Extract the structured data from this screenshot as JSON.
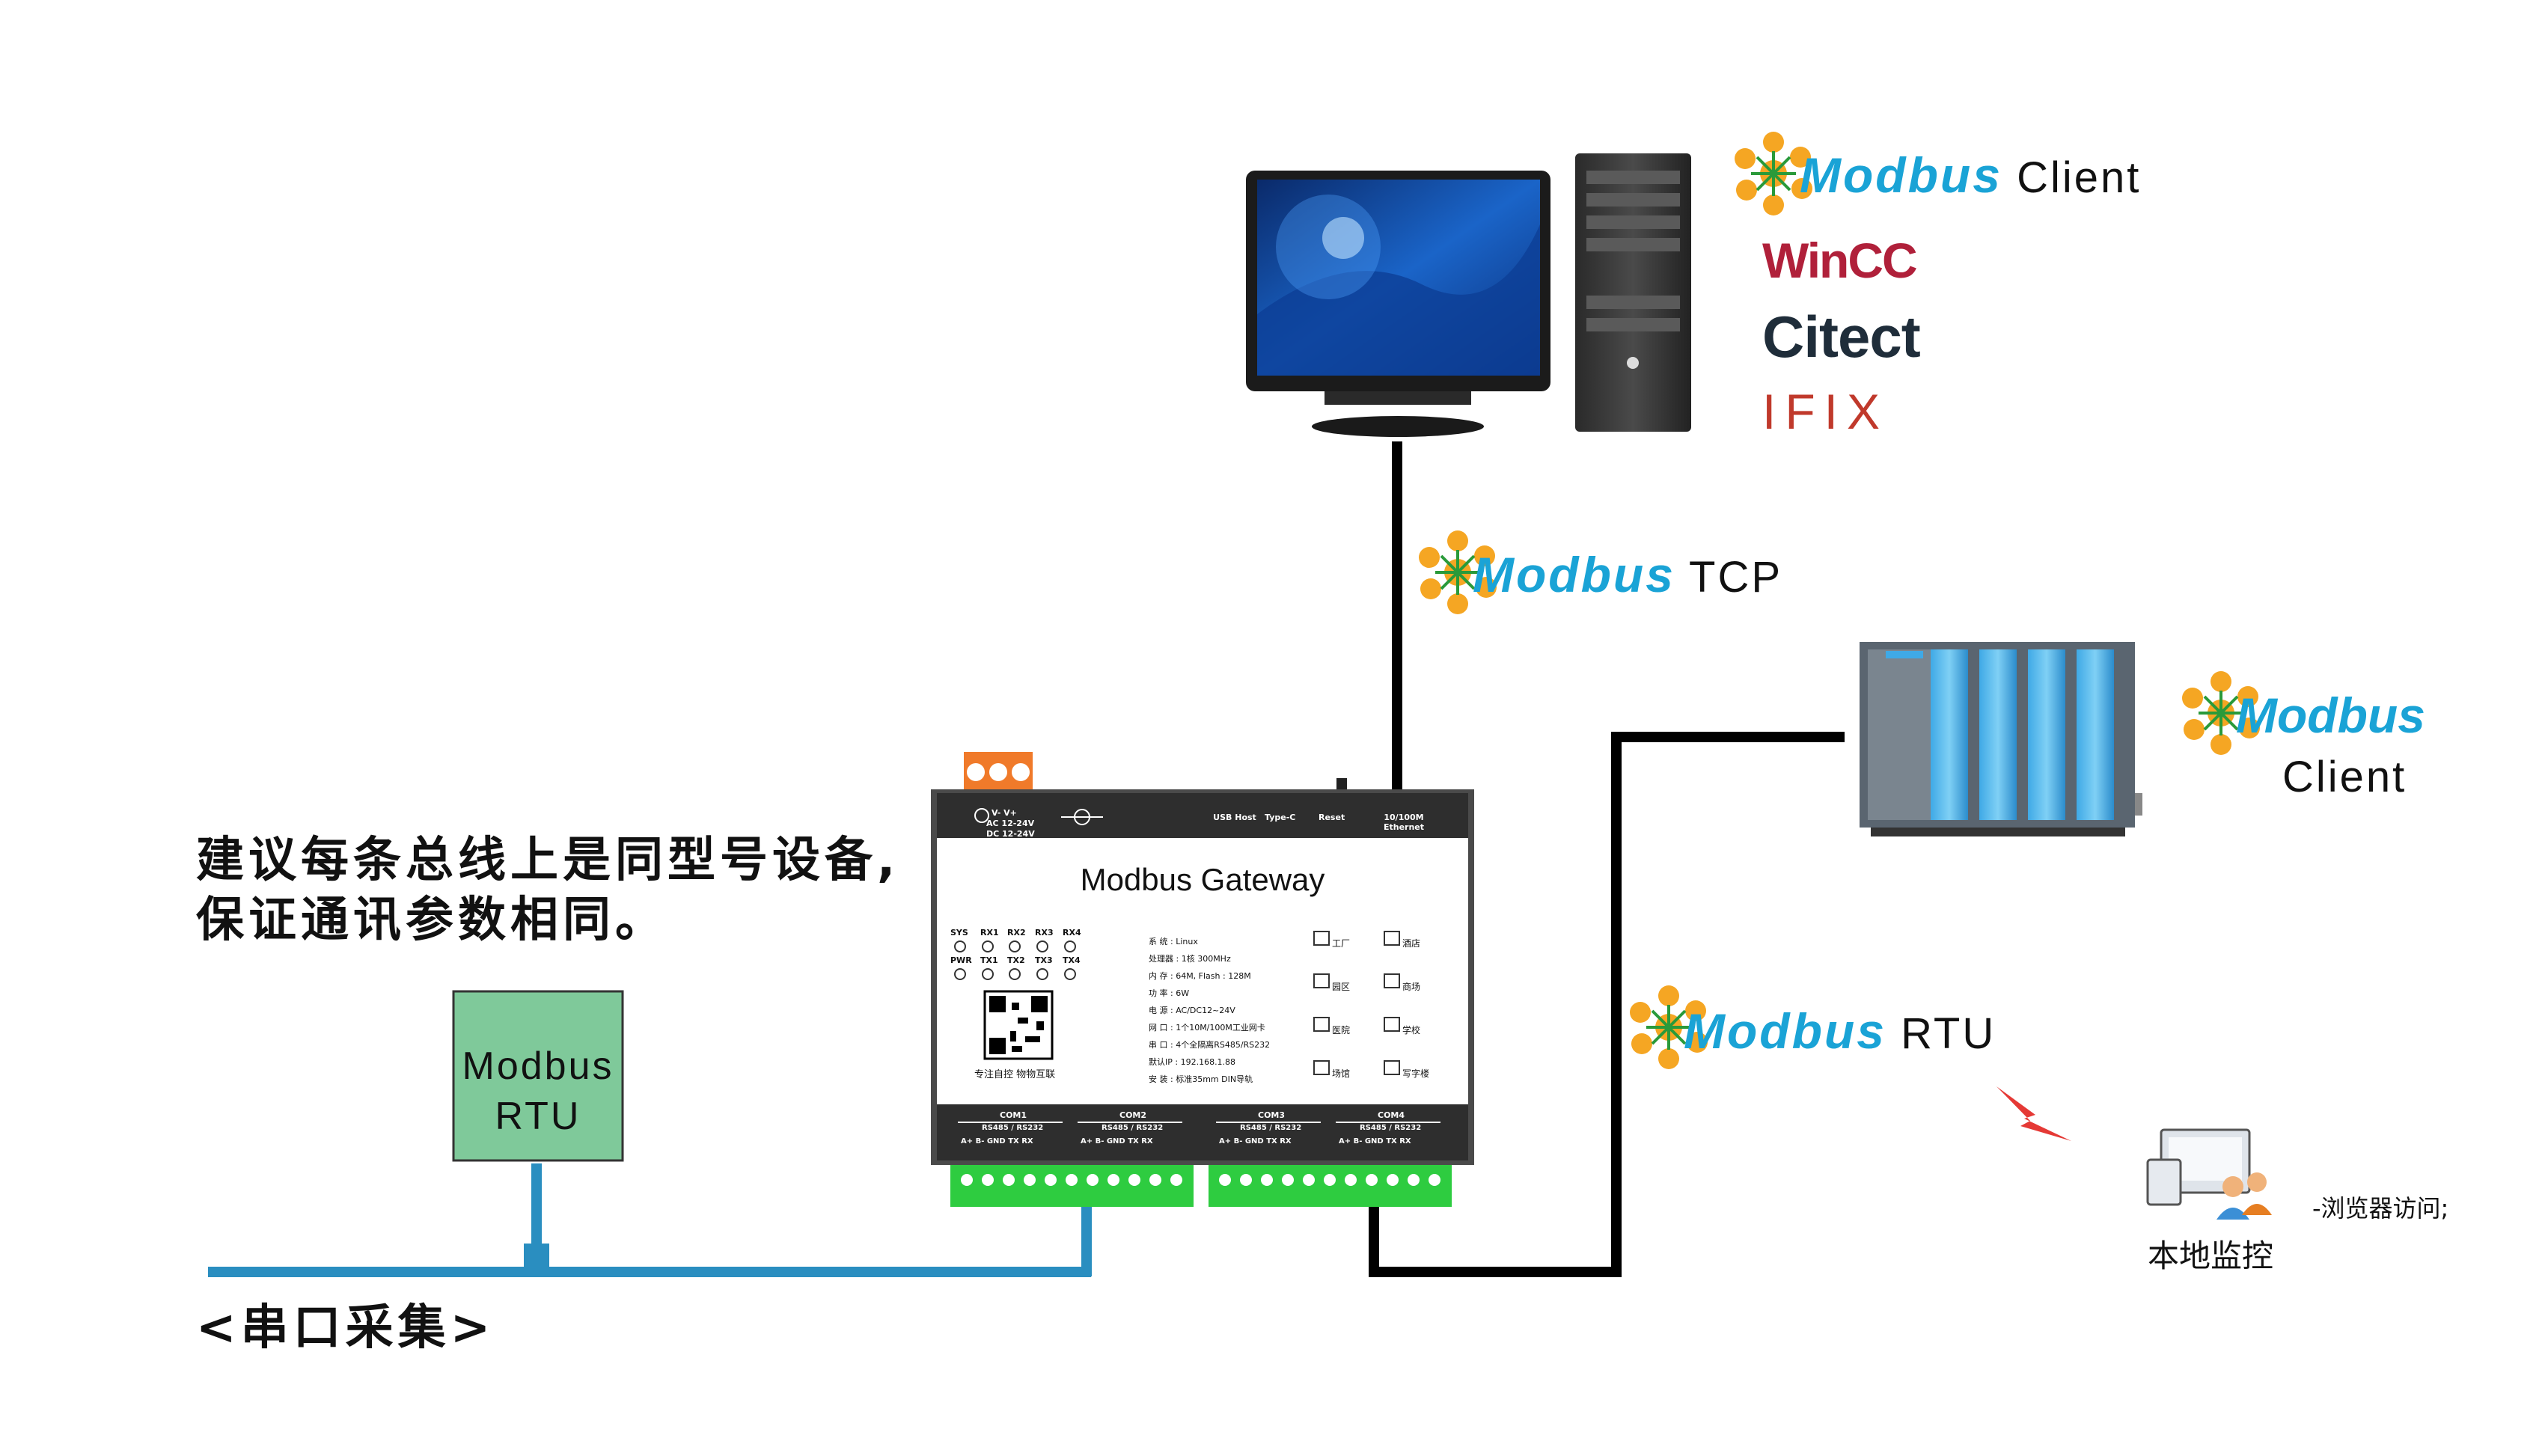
{
  "note": {
    "line1": "建议每条总线上是同型号设备,",
    "line2": "保证通讯参数相同。"
  },
  "serial_label": "<串口采集>",
  "rtu_box": {
    "line1": "Modbus",
    "line2": "RTU"
  },
  "gateway": {
    "title": "Modbus Gateway",
    "power": {
      "l1": "V-   V+",
      "l2": "AC 12-24V",
      "l3": "DC 12-24V"
    },
    "ports": [
      "USB Host",
      "Type-C",
      "Reset",
      "10/100M Ethernet"
    ],
    "leds_top": [
      "SYS",
      "RX1",
      "RX2",
      "RX3",
      "RX4"
    ],
    "leds_bottom": [
      "PWR",
      "TX1",
      "TX2",
      "TX3",
      "TX4"
    ],
    "slogan": "专注自控  物物互联",
    "specs": [
      "系  统 : Linux",
      "处理器 : 1核 300MHz",
      "内  存 : 64M,   Flash : 128M",
      "功  率 : 6W",
      "电  源 : AC/DC12~24V",
      "网  口 : 1个10M/100M工业网卡",
      "串  口 : 4个全隔离RS485/RS232",
      "默认IP : 192.168.1.88",
      "安  装 : 标准35mm DIN导轨"
    ],
    "apps": [
      "工厂",
      "酒店",
      "园区",
      "商场",
      "医院",
      "学校",
      "场馆",
      "写字楼"
    ],
    "coms": [
      "COM1",
      "COM2",
      "COM3",
      "COM4"
    ],
    "com_sub": "RS485 / RS232",
    "pins": "A+  B-  GND  TX  RX"
  },
  "client_top": {
    "modbus": "Modbus",
    "suffix": "Client"
  },
  "scada": [
    "WinCC",
    "Citect",
    "IFIX"
  ],
  "tcp": {
    "modbus": "Modbus",
    "suffix": "TCP"
  },
  "plc_client": {
    "modbus": "Modbus",
    "suffix": "Client"
  },
  "rtu_link": {
    "modbus": "Modbus",
    "suffix": "RTU"
  },
  "local": {
    "label": "本地监控",
    "browser": "-浏览器访问;"
  },
  "colors": {
    "modbus_blue": "#1aa3d6",
    "logo_orange": "#f5a623",
    "rtu_green": "#7fc99a",
    "bus_blue": "#2a8ec0",
    "terminal_green": "#2ecc40",
    "wincc_red": "#b0203a",
    "ifix_red": "#c0392b"
  }
}
